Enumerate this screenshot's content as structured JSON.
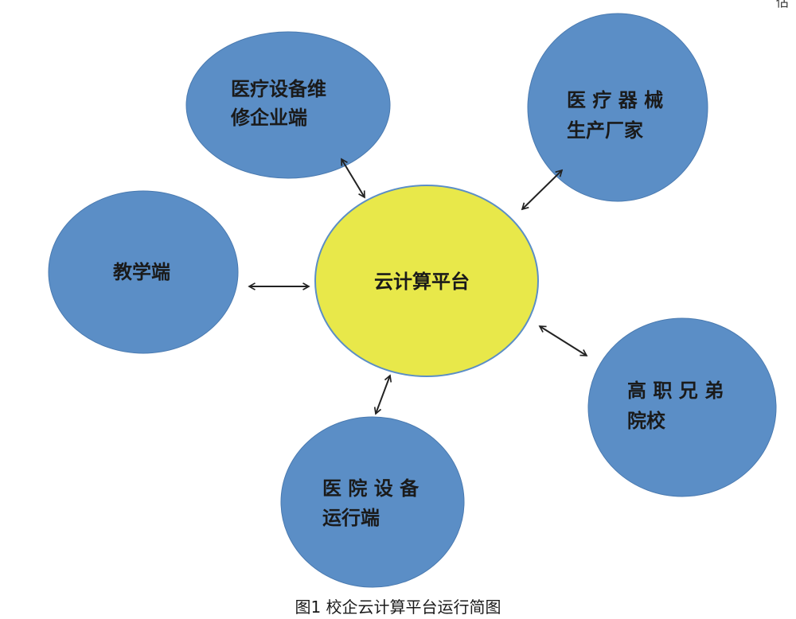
{
  "center": {
    "label": "云计算平台",
    "fill": "#E8E84A"
  },
  "node_fill": "#5B8EC6",
  "nodes": [
    {
      "id": "maintenance",
      "lines": [
        "医疗设备维",
        "修企业端"
      ]
    },
    {
      "id": "manufacturer",
      "lines": [
        "医 疗 器 械",
        "生产厂家"
      ]
    },
    {
      "id": "teaching",
      "lines": [
        "教学端"
      ]
    },
    {
      "id": "colleges",
      "lines": [
        "高 职 兄 弟",
        "院校"
      ]
    },
    {
      "id": "hospital",
      "lines": [
        "医 院 设 备",
        "运行端"
      ]
    }
  ],
  "caption": "图1  校企云计算平台运行简图",
  "corner_mark": "估"
}
